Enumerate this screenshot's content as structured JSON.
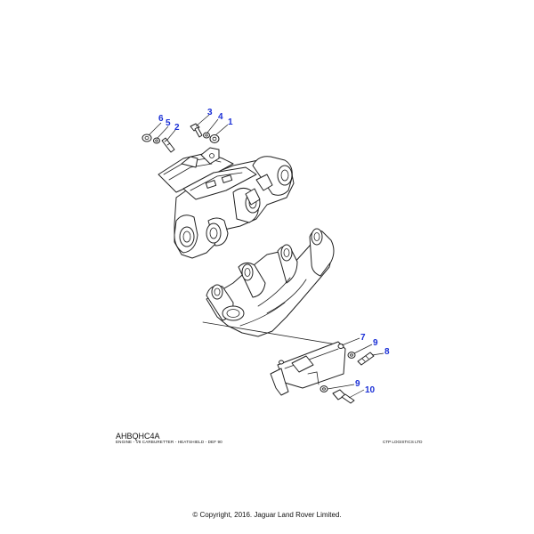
{
  "diagram": {
    "callouts": [
      "6",
      "5",
      "2",
      "3",
      "4",
      "1",
      "7",
      "9",
      "8",
      "9",
      "10"
    ]
  },
  "footer": {
    "illustration_code": "AHBQHC4A",
    "description": "ENGINE - V8 CARBURETTER - HEATSHIELD - DEF 90",
    "supplier": "CTP LOGISTICS LTD",
    "copyright": "© Copyright, 2016. Jaguar Land Rover Limited."
  }
}
